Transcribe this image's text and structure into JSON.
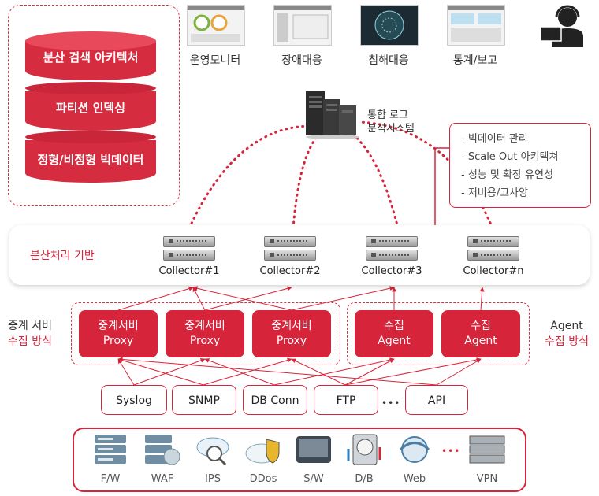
{
  "storage": {
    "layers": [
      "분산 검색 아키텍처",
      "파티션 인덱싱",
      "정형/비정형 빅데이터"
    ]
  },
  "consoles": [
    "운영모니터",
    "장애대응",
    "침해대응",
    "통계/보고"
  ],
  "log_system": {
    "line1": "통합 로그",
    "line2": "분석시스템"
  },
  "features": [
    "- 빅데이터 관리",
    "- Scale Out 아키텍쳐",
    "- 성능 및 확장 유연성",
    "- 저비용/고사양"
  ],
  "platform": {
    "label": "분산처리 기반"
  },
  "collectors": [
    "Collector#1",
    "Collector#2",
    "Collector#3",
    "Collector#n"
  ],
  "relay": {
    "line1": "중계 서버",
    "line2": "수집 방식"
  },
  "agent_side": {
    "line1": "Agent",
    "line2": "수집 방식"
  },
  "proxies": [
    {
      "top": "중계서버",
      "bottom": "Proxy"
    },
    {
      "top": "중계서버",
      "bottom": "Proxy"
    },
    {
      "top": "중계서버",
      "bottom": "Proxy"
    }
  ],
  "agents": [
    {
      "top": "수집",
      "bottom": "Agent"
    },
    {
      "top": "수집",
      "bottom": "Agent"
    }
  ],
  "protocols": [
    "Syslog",
    "SNMP",
    "DB Conn",
    "FTP",
    "API"
  ],
  "ellipsis": "•••",
  "devices": [
    "F/W",
    "WAF",
    "IPS",
    "DDos",
    "S/W",
    "D/B",
    "Web",
    "VPN"
  ],
  "colors": {
    "accent": "#d6253b",
    "disk": "#d62c3f"
  }
}
